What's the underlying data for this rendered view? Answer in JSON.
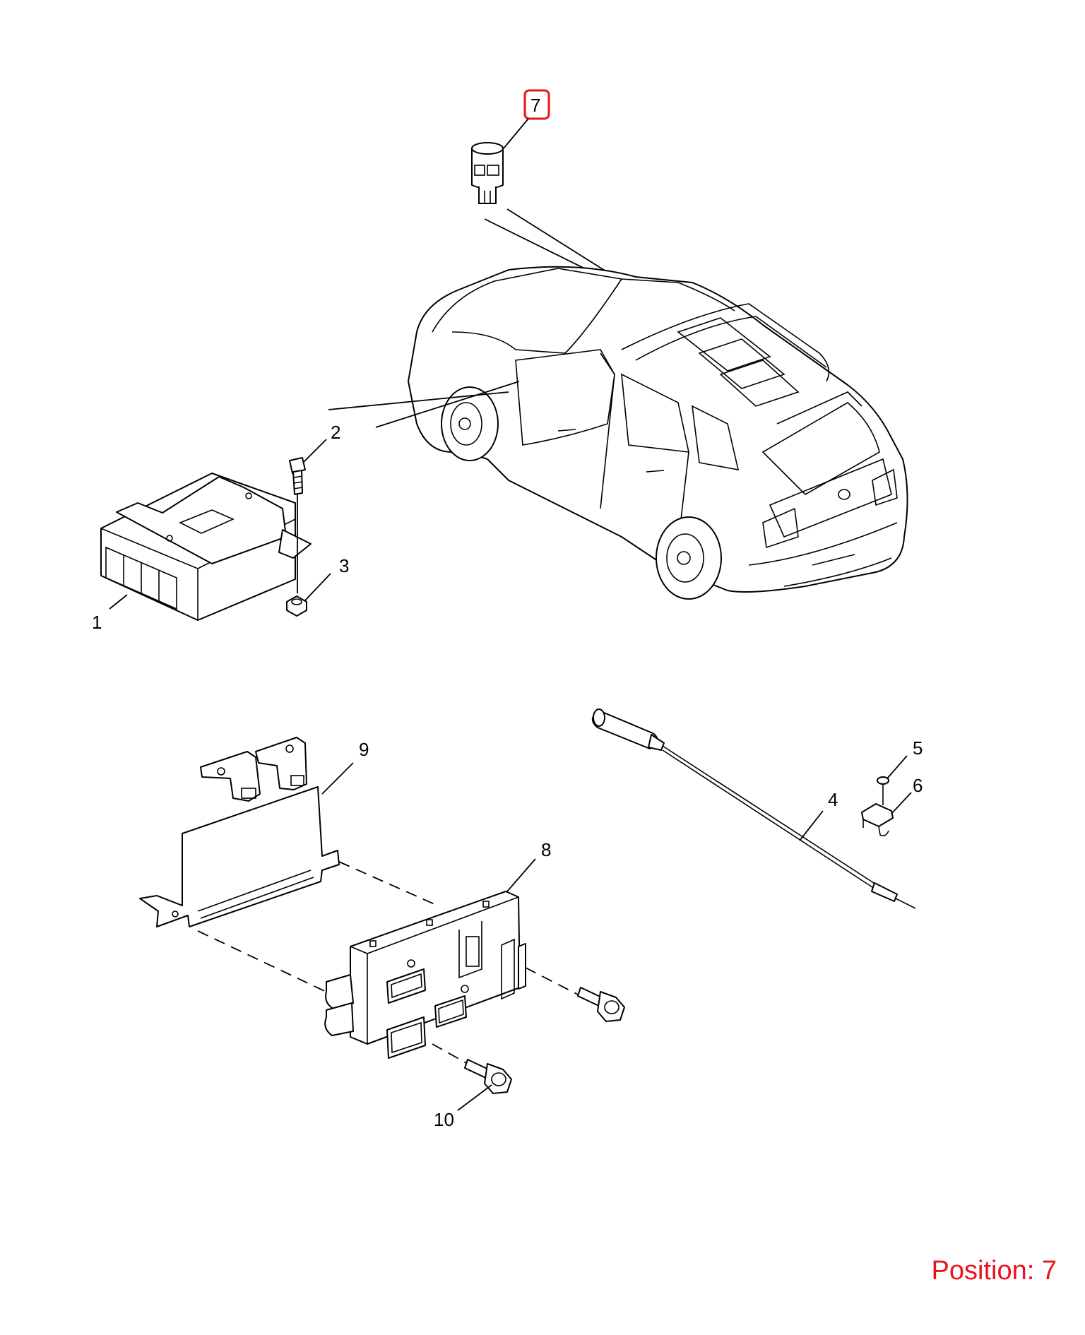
{
  "diagram": {
    "callouts": [
      {
        "id": "1",
        "label": "1"
      },
      {
        "id": "2",
        "label": "2"
      },
      {
        "id": "3",
        "label": "3"
      },
      {
        "id": "4",
        "label": "4"
      },
      {
        "id": "5",
        "label": "5"
      },
      {
        "id": "6",
        "label": "6"
      },
      {
        "id": "7",
        "label": "7"
      },
      {
        "id": "8",
        "label": "8"
      },
      {
        "id": "9",
        "label": "9"
      },
      {
        "id": "10",
        "label": "10"
      }
    ],
    "highlighted_callout": "7"
  },
  "position": {
    "text": "Position: 7"
  },
  "colors": {
    "highlight": "#e8141b",
    "line": "#000000",
    "background": "#ffffff"
  }
}
